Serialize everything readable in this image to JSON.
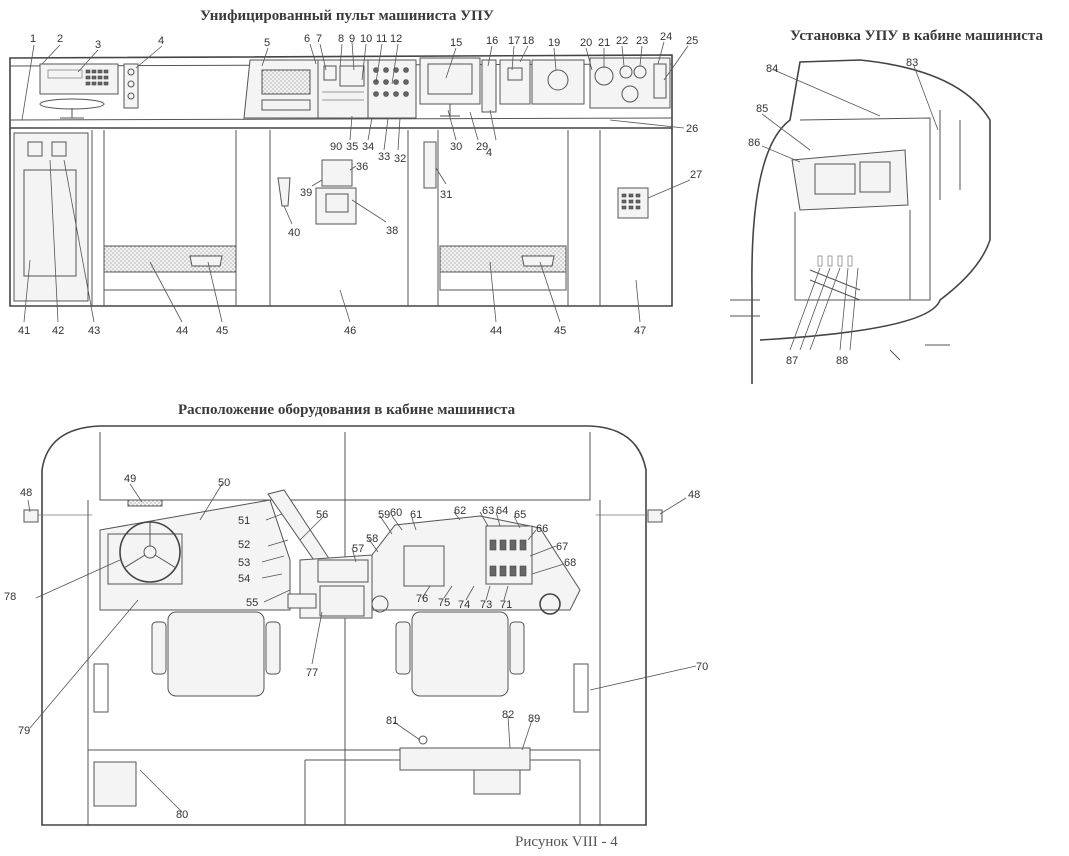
{
  "titles": {
    "console": "Унифицированный пульт машиниста УПУ",
    "install": "Установка  УПУ в кабине машиниста",
    "layout": "Расположение оборудования в кабине машиниста"
  },
  "caption": "Рисунок  VIII - 4",
  "callouts": [
    "1",
    "2",
    "3",
    "4",
    "5",
    "6",
    "7",
    "8",
    "9",
    "10",
    "11",
    "12",
    "15",
    "16",
    "17",
    "18",
    "19",
    "20",
    "21",
    "22",
    "23",
    "24",
    "25",
    "26",
    "27",
    "29",
    "30",
    "31",
    "32",
    "33",
    "34",
    "35",
    "36",
    "38",
    "39",
    "40",
    "41",
    "42",
    "43",
    "44",
    "45",
    "46",
    "47",
    "48",
    "49",
    "50",
    "51",
    "52",
    "53",
    "54",
    "55",
    "56",
    "57",
    "58",
    "59",
    "60",
    "61",
    "62",
    "63",
    "64",
    "65",
    "66",
    "67",
    "68",
    "70",
    "71",
    "73",
    "74",
    "75",
    "76",
    "77",
    "78",
    "79",
    "80",
    "81",
    "82",
    "83",
    "84",
    "85",
    "86",
    "87",
    "88",
    "89",
    "90"
  ],
  "colors": {
    "ink": "#555555",
    "paper": "#ffffff"
  }
}
